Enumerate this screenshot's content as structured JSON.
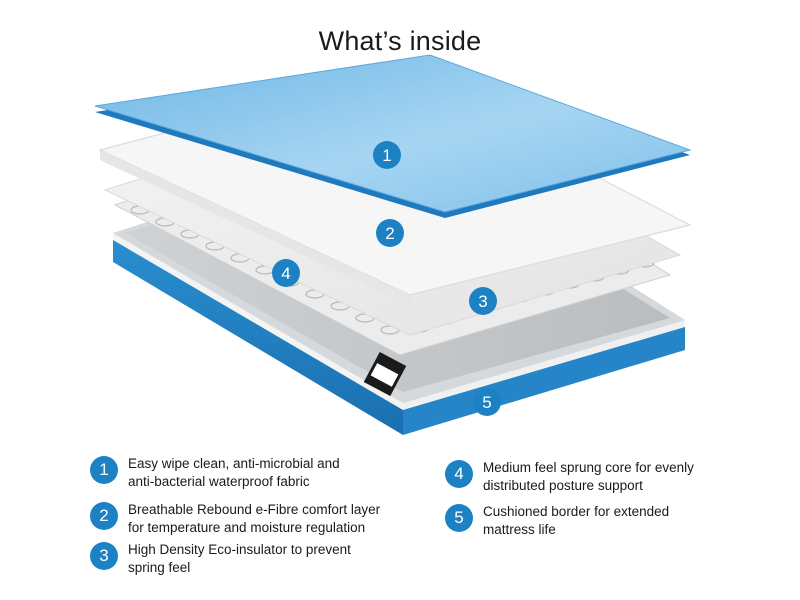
{
  "title": "What’s inside",
  "badges": [
    "1",
    "2",
    "3",
    "4",
    "5"
  ],
  "legend": [
    {
      "num": "1",
      "line1": "Easy wipe clean, anti-microbial and",
      "line2": "anti-bacterial waterproof fabric"
    },
    {
      "num": "2",
      "line1": "Breathable Rebound e-Fibre comfort layer",
      "line2": "for temperature and moisture regulation"
    },
    {
      "num": "3",
      "line1": "High Density Eco-insulator to prevent",
      "line2": "spring feel"
    },
    {
      "num": "4",
      "line1": "Medium feel sprung core for evenly",
      "line2": "distributed posture support"
    },
    {
      "num": "5",
      "line1": "Cushioned border for extended",
      "line2": "mattress life"
    }
  ],
  "colors": {
    "accent": "#1d82c4",
    "fabric_light": "#8cc8ec",
    "fabric_dark": "#1e79bd"
  }
}
